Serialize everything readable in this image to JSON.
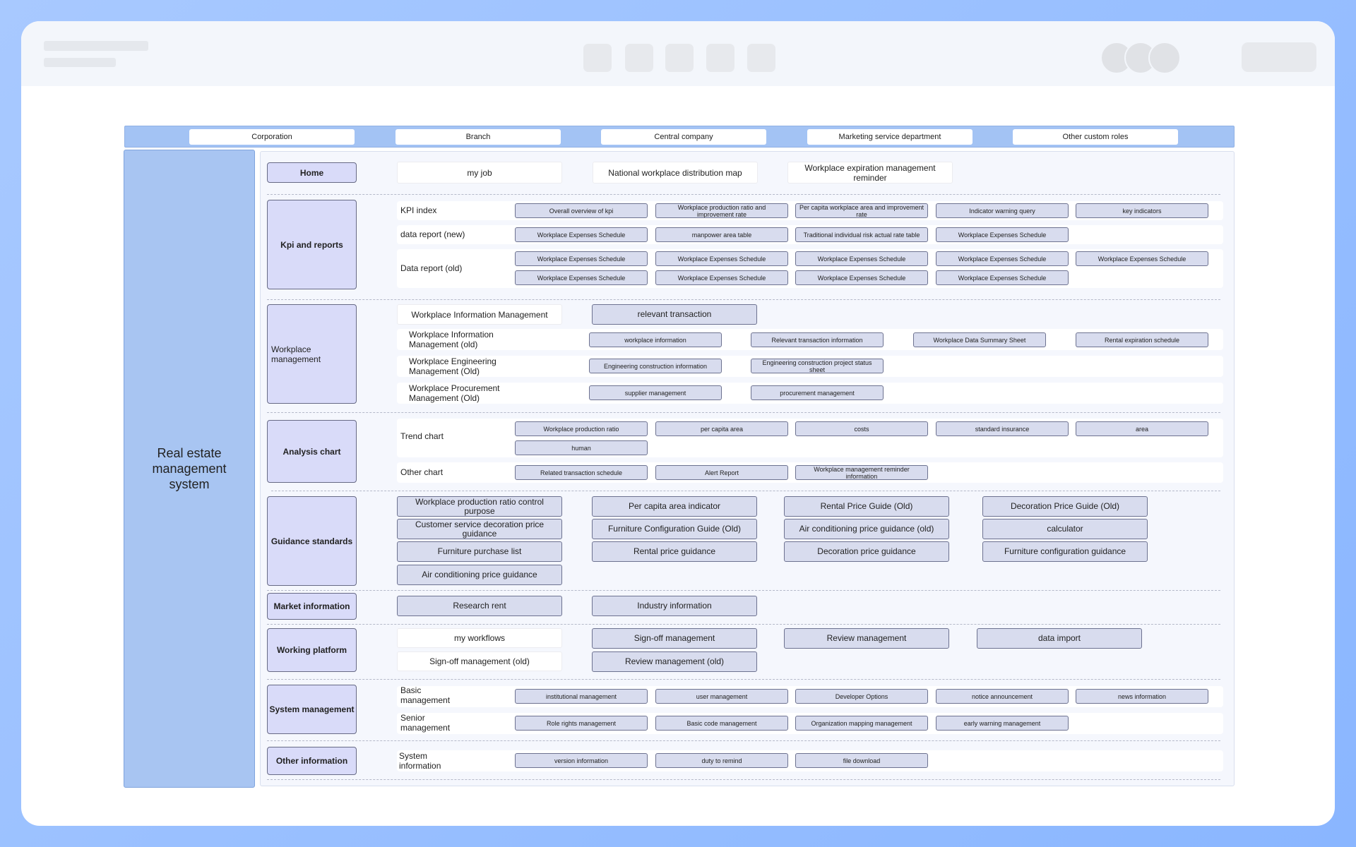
{
  "roles": [
    "Corporation",
    "Branch",
    "Central company",
    "Marketing service department",
    "Other custom roles"
  ],
  "system_title": "Real estate management system",
  "home": {
    "module": "Home",
    "items": [
      "my job",
      "National workplace distribution map",
      "Workplace expiration management reminder"
    ]
  },
  "kpi": {
    "module": "Kpi and reports",
    "rows": [
      {
        "label": "KPI index",
        "chips": [
          "Overall overview of kpi",
          "Workplace production ratio and improvement rate",
          "Per capita workplace area and improvement rate",
          "Indicator warning query",
          "key indicators"
        ]
      },
      {
        "label": "data report (new)",
        "chips": [
          "Workplace Expenses Schedule",
          "manpower area table",
          "Traditional individual risk actual rate table",
          "Workplace Expenses Schedule"
        ]
      },
      {
        "label": "Data report (old)",
        "chips": [
          "Workplace Expenses Schedule",
          "Workplace Expenses Schedule",
          "Workplace Expenses Schedule",
          "Workplace Expenses Schedule",
          "Workplace Expenses Schedule",
          "Workplace Expenses Schedule",
          "Workplace Expenses Schedule",
          "Workplace Expenses Schedule",
          "Workplace Expenses Schedule"
        ]
      }
    ]
  },
  "workplace": {
    "module": "Workplace management",
    "top": [
      "Workplace Information Management",
      "relevant transaction"
    ],
    "rows": [
      {
        "label": "Workplace Information Management (old)",
        "chips": [
          "workplace information",
          "Relevant transaction information",
          "Workplace Data Summary Sheet",
          "Rental expiration schedule"
        ]
      },
      {
        "label": "Workplace Engineering Management (Old)",
        "chips": [
          "Engineering construction information",
          "Engineering construction project status sheet"
        ]
      },
      {
        "label": "Workplace Procurement Management (Old)",
        "chips": [
          "supplier management",
          "procurement management"
        ]
      }
    ]
  },
  "analysis": {
    "module": "Analysis chart",
    "rows": [
      {
        "label": "Trend chart",
        "chips": [
          "Workplace production ratio",
          "per capita area",
          "costs",
          "standard insurance",
          "area",
          "human"
        ]
      },
      {
        "label": "Other chart",
        "chips": [
          "Related transaction schedule",
          "Alert Report",
          "Workplace management reminder information"
        ]
      }
    ]
  },
  "guidance": {
    "module": "Guidance standards",
    "items": [
      "Workplace production ratio control purpose",
      "Per capita area indicator",
      "Rental Price Guide (Old)",
      "Decoration Price Guide (Old)",
      "Customer service decoration price guidance",
      "Furniture Configuration Guide (Old)",
      "Air conditioning price guidance (old)",
      "calculator",
      "Furniture purchase list",
      "Rental price guidance",
      "Decoration price guidance",
      "Furniture configuration guidance",
      "Air conditioning price guidance"
    ]
  },
  "market": {
    "module": "Market information",
    "items": [
      "Research rent",
      "Industry information"
    ]
  },
  "working": {
    "module": "Working platform",
    "items": [
      "my workflows",
      "Sign-off management",
      "Review management",
      "data import",
      "Sign-off management (old)",
      "Review management (old)"
    ]
  },
  "system": {
    "module": "System management",
    "rows": [
      {
        "label": "Basic management",
        "chips": [
          "institutional management",
          "user management",
          "Developer Options",
          "notice announcement",
          "news information"
        ]
      },
      {
        "label": "Senior management",
        "chips": [
          "Role rights management",
          "Basic code management",
          "Organization mapping management",
          "early warning management"
        ]
      }
    ]
  },
  "other": {
    "module": "Other information",
    "rows": [
      {
        "label": "System information",
        "chips": [
          "version information",
          "duty to remind",
          "file download"
        ]
      }
    ]
  }
}
